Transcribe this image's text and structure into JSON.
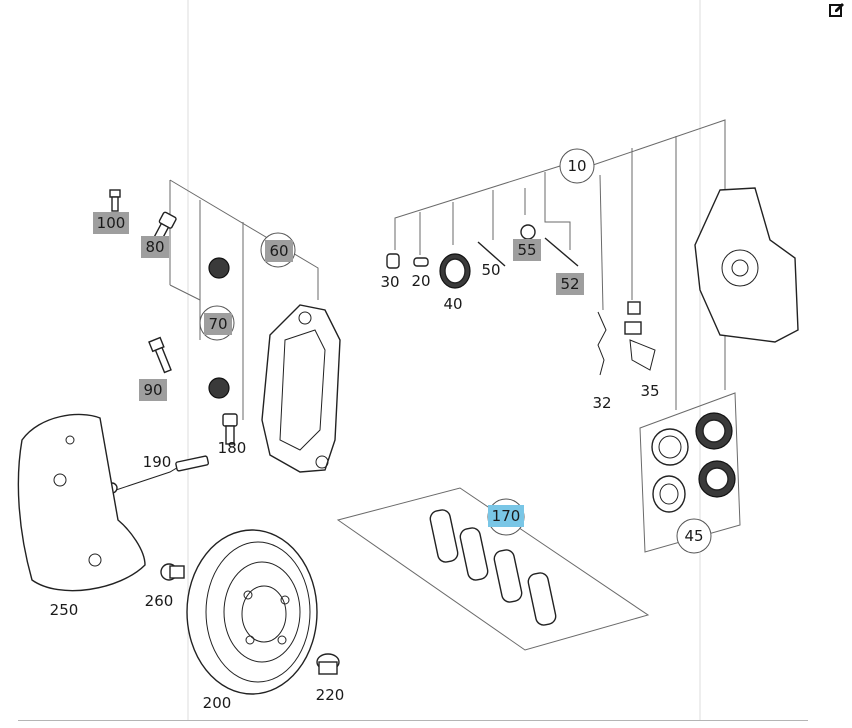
{
  "toolbar": {
    "edit_icon": "edit-pencil-icon"
  },
  "diagram": {
    "callouts": [
      {
        "id": "10",
        "label": "10",
        "style": "circle"
      },
      {
        "id": "20",
        "label": "20",
        "style": "plain"
      },
      {
        "id": "30",
        "label": "30",
        "style": "plain"
      },
      {
        "id": "32",
        "label": "32",
        "style": "plain"
      },
      {
        "id": "35",
        "label": "35",
        "style": "plain"
      },
      {
        "id": "40",
        "label": "40",
        "style": "plain"
      },
      {
        "id": "45",
        "label": "45",
        "style": "circle"
      },
      {
        "id": "50",
        "label": "50",
        "style": "plain"
      },
      {
        "id": "52",
        "label": "52",
        "style": "highlight"
      },
      {
        "id": "55",
        "label": "55",
        "style": "highlight"
      },
      {
        "id": "60",
        "label": "60",
        "style": "circle-highlight"
      },
      {
        "id": "70",
        "label": "70",
        "style": "circle-highlight"
      },
      {
        "id": "80",
        "label": "80",
        "style": "highlight"
      },
      {
        "id": "90",
        "label": "90",
        "style": "highlight"
      },
      {
        "id": "100",
        "label": "100",
        "style": "highlight"
      },
      {
        "id": "170",
        "label": "170",
        "style": "circle-selected"
      },
      {
        "id": "180",
        "label": "180",
        "style": "plain"
      },
      {
        "id": "190",
        "label": "190",
        "style": "plain"
      },
      {
        "id": "200",
        "label": "200",
        "style": "plain"
      },
      {
        "id": "220",
        "label": "220",
        "style": "plain"
      },
      {
        "id": "250",
        "label": "250",
        "style": "plain"
      },
      {
        "id": "260",
        "label": "260",
        "style": "plain"
      }
    ],
    "colors": {
      "highlight": "#9e9e9e",
      "selected": "#79c6e6",
      "line": "#6a6a6a",
      "ink": "#222222"
    }
  }
}
